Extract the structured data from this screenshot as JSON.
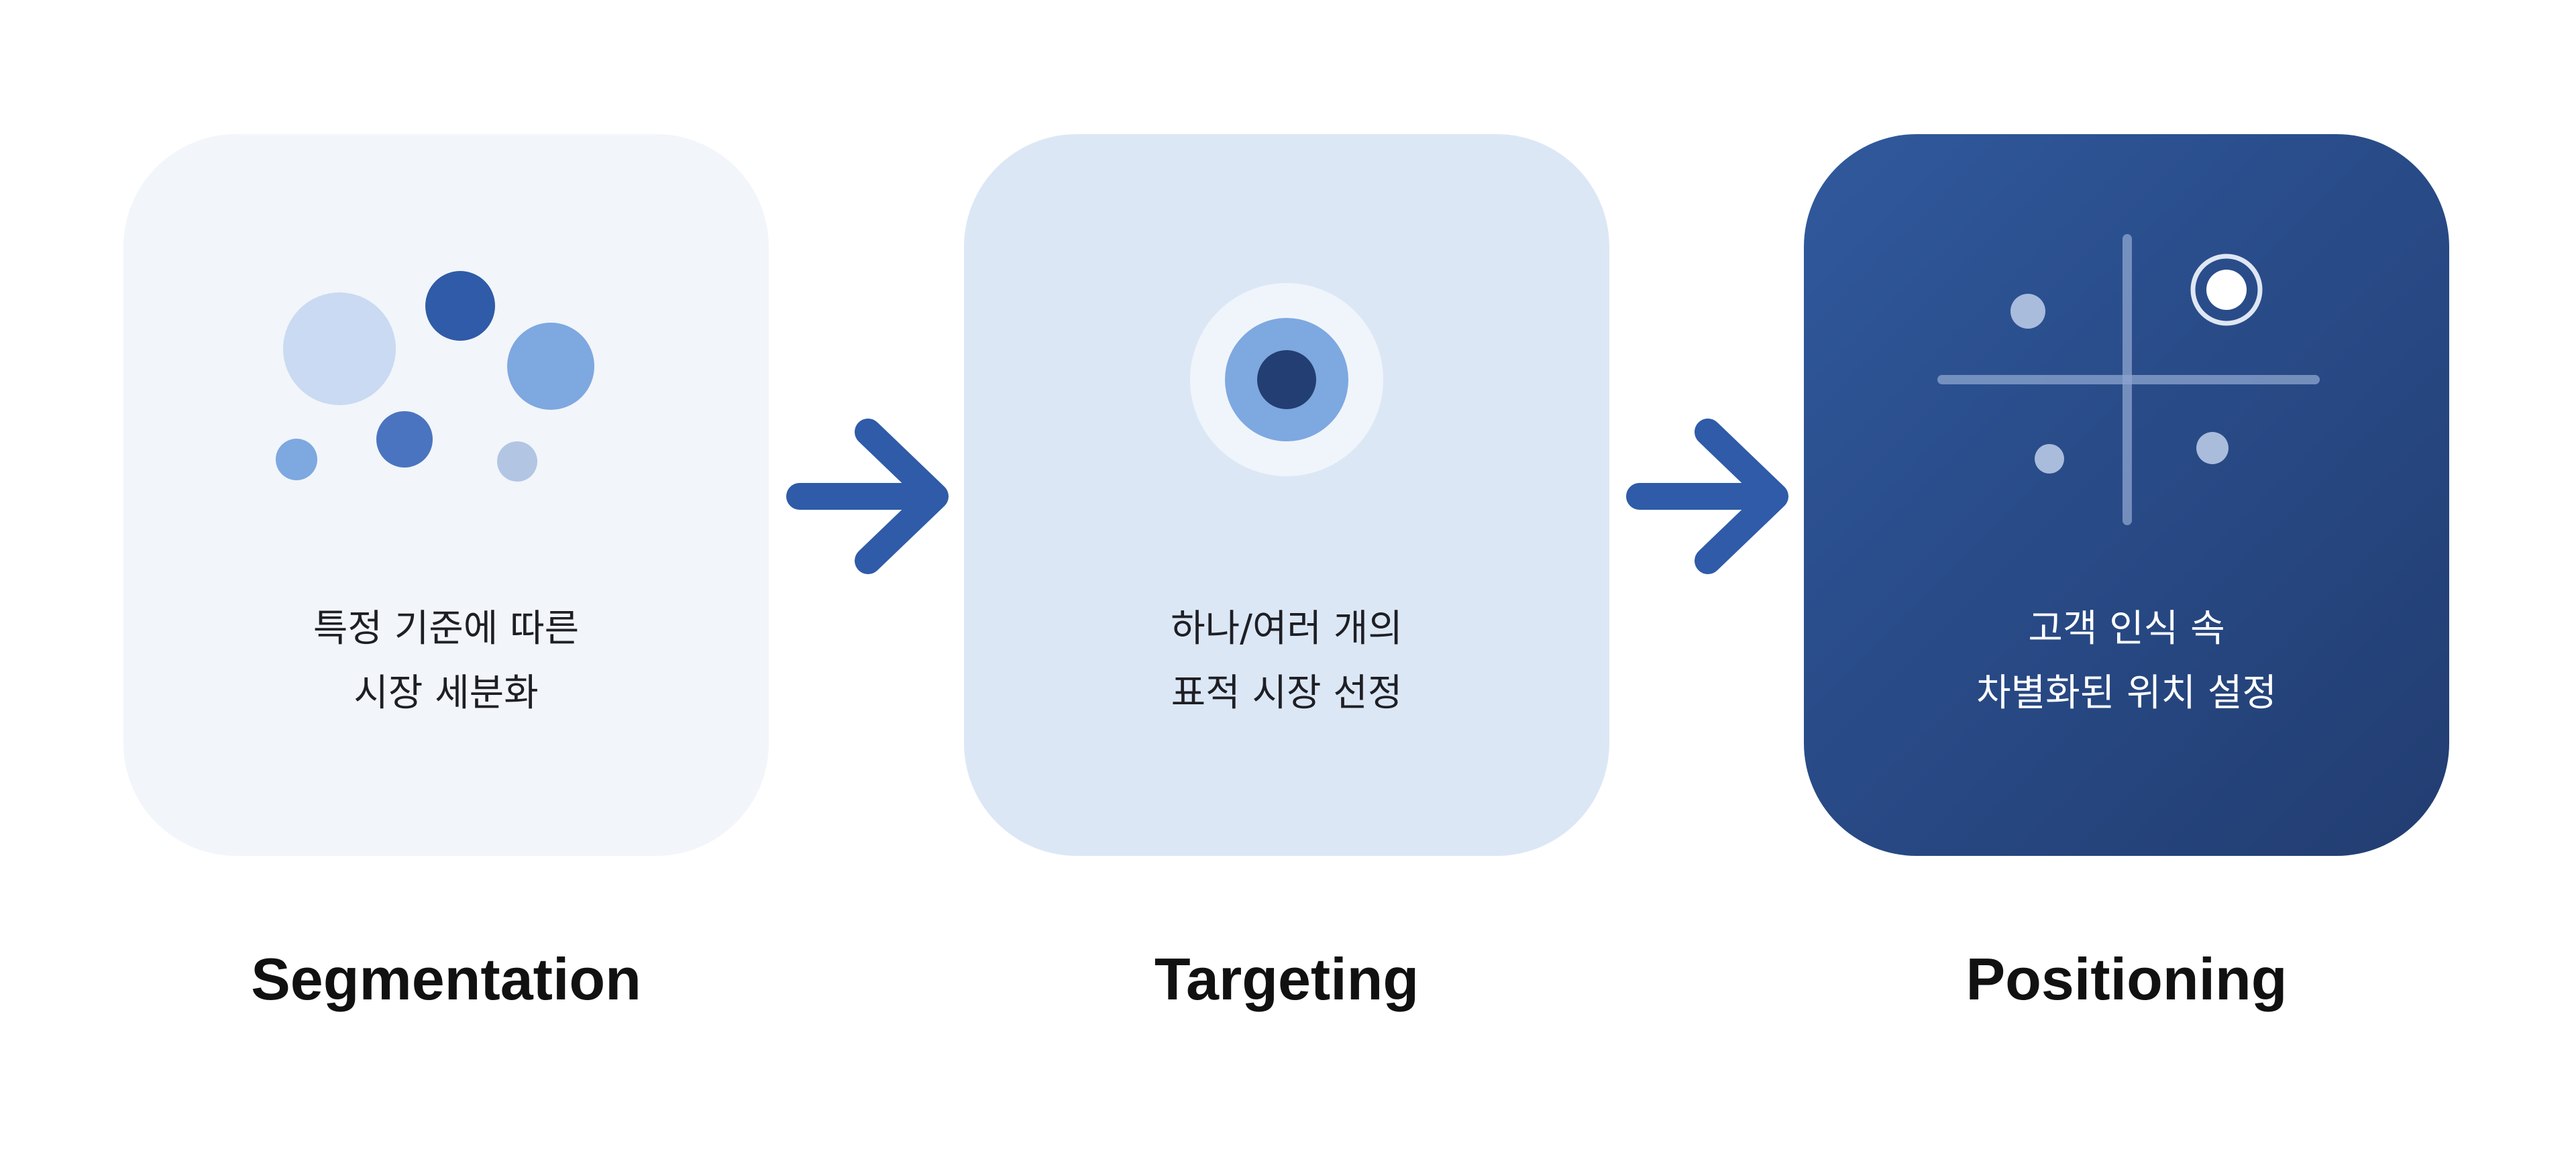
{
  "colors": {
    "primary": "#2f5ba8",
    "dark_navy": "#233e72",
    "light_blue": "#7ea8e0",
    "pale_blue": "#c9daf2",
    "card_1_bg": "#f2f5fa",
    "card_2_bg": "#dce7f6"
  },
  "steps": [
    {
      "title": "Segmentation",
      "description": [
        "특정 기준에 따른",
        "시장 세분화"
      ],
      "icon": "scattered-circles-icon"
    },
    {
      "title": "Targeting",
      "description": [
        "하나/여러 개의",
        "표적 시장 선정"
      ],
      "icon": "target-icon"
    },
    {
      "title": "Positioning",
      "description": [
        "고객 인식 속",
        "차별화된 위치 설정"
      ],
      "icon": "positioning-map-icon"
    }
  ],
  "connectors": [
    "arrow-right-icon",
    "arrow-right-icon"
  ]
}
